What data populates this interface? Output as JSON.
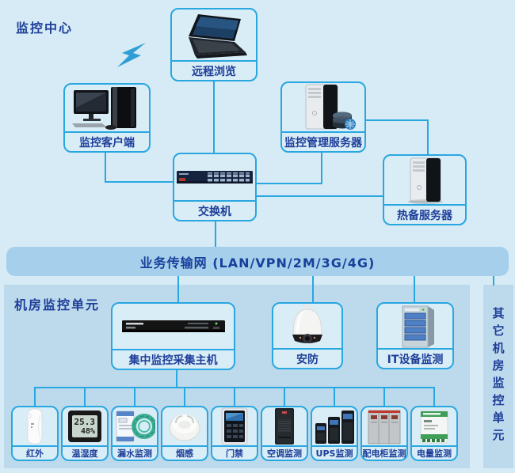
{
  "colors": {
    "background": "#d6ebf5",
    "panel": "#bddaec",
    "banner": "#a6cfeb",
    "line_and_border": "#29a7e0",
    "box_fill": "#d9edf7",
    "text": "#1e3e99"
  },
  "monitoring_center": {
    "title": "监控中心",
    "nodes": {
      "remote_browse": "远程浏览",
      "client": "监控客户端",
      "mgmt_server": "监控管理服务器",
      "switch": "交换机",
      "standby_server": "热备服务器"
    }
  },
  "transport_banner": "业务传输网 (LAN/VPN/2M/3G/4G)",
  "room_unit": {
    "title": "机房监控单元",
    "nodes": {
      "collector": "集中监控采集主机",
      "security": "安防",
      "it_monitor": "IT设备监测"
    },
    "sensors": [
      {
        "label": "红外"
      },
      {
        "label": "温湿度",
        "display_top": "25.3",
        "display_bottom": "48%"
      },
      {
        "label": "漏水监测"
      },
      {
        "label": "烟感"
      },
      {
        "label": "门禁"
      },
      {
        "label": "空调监测"
      },
      {
        "label": "UPS监测"
      },
      {
        "label": "配电柜监测"
      },
      {
        "label": "电量监测"
      }
    ]
  },
  "other_unit": {
    "title": "其它机房监控单元"
  }
}
